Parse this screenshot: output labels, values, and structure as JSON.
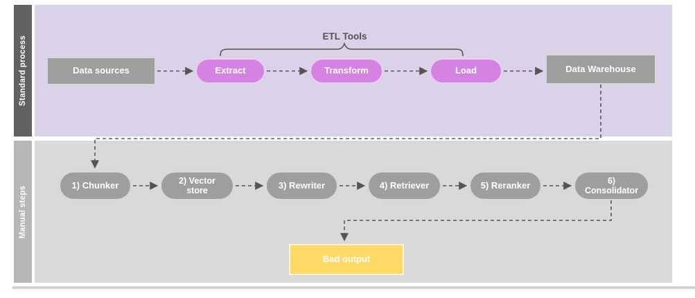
{
  "diagram": {
    "lanes": [
      {
        "label": "Standard process"
      },
      {
        "label": "Manual steps"
      }
    ],
    "etl_group_label": "ETL Tools",
    "standard_nodes": [
      {
        "id": "data-sources",
        "label": "Data sources"
      },
      {
        "id": "extract",
        "label": "Extract"
      },
      {
        "id": "transform",
        "label": "Transform"
      },
      {
        "id": "load",
        "label": "Load"
      },
      {
        "id": "data-warehouse",
        "label": "Data Warehouse"
      }
    ],
    "manual_nodes": [
      {
        "id": "chunker",
        "label": "1) Chunker"
      },
      {
        "id": "vector-store",
        "label": "2) Vector store"
      },
      {
        "id": "rewriter",
        "label": "3) Rewriter"
      },
      {
        "id": "retriever",
        "label": "4) Retriever"
      },
      {
        "id": "reranker",
        "label": "5) Reranker"
      },
      {
        "id": "consolidator",
        "label": "6) Consolidator"
      },
      {
        "id": "bad-output",
        "label": "Bad output"
      }
    ],
    "colors": {
      "lane_standard_bg": "#d9d2e9",
      "lane_standard_bar": "#616161",
      "lane_manual_bg": "#d9d9d9",
      "lane_manual_bar": "#b7b7b7",
      "gray_node": "#9e9e9e",
      "etl_pill": "#d583e3",
      "bad_output": "#ffd966",
      "connector": "#555555",
      "etl_tools_text": "#525252"
    }
  }
}
